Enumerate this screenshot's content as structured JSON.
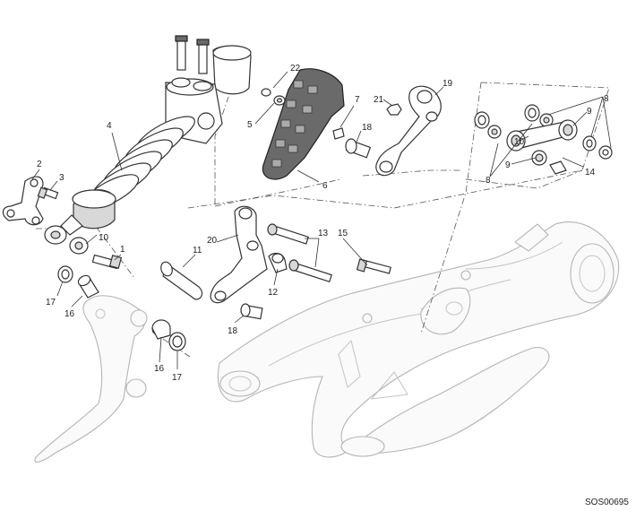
{
  "diagram": {
    "reference_code": "SOS00695",
    "callouts": [
      {
        "id": "c22",
        "label": "22"
      },
      {
        "id": "c7",
        "label": "7"
      },
      {
        "id": "c21",
        "label": "21"
      },
      {
        "id": "c19",
        "label": "19"
      },
      {
        "id": "c8a",
        "label": "8"
      },
      {
        "id": "c5",
        "label": "5"
      },
      {
        "id": "c18a",
        "label": "18"
      },
      {
        "id": "c9a",
        "label": "9"
      },
      {
        "id": "c10a",
        "label": "10"
      },
      {
        "id": "c9b",
        "label": "9"
      },
      {
        "id": "c4",
        "label": "4"
      },
      {
        "id": "c6",
        "label": "6"
      },
      {
        "id": "c14",
        "label": "14"
      },
      {
        "id": "c8b",
        "label": "8"
      },
      {
        "id": "c2",
        "label": "2"
      },
      {
        "id": "c3",
        "label": "3"
      },
      {
        "id": "c10b",
        "label": "10"
      },
      {
        "id": "c1",
        "label": "1"
      },
      {
        "id": "c20",
        "label": "20"
      },
      {
        "id": "c11",
        "label": "11"
      },
      {
        "id": "c13",
        "label": "13"
      },
      {
        "id": "c15",
        "label": "15"
      },
      {
        "id": "c12",
        "label": "12"
      },
      {
        "id": "c17a",
        "label": "17"
      },
      {
        "id": "c16a",
        "label": "16"
      },
      {
        "id": "c18b",
        "label": "18"
      },
      {
        "id": "c16b",
        "label": "16"
      },
      {
        "id": "c17b",
        "label": "17"
      }
    ]
  }
}
